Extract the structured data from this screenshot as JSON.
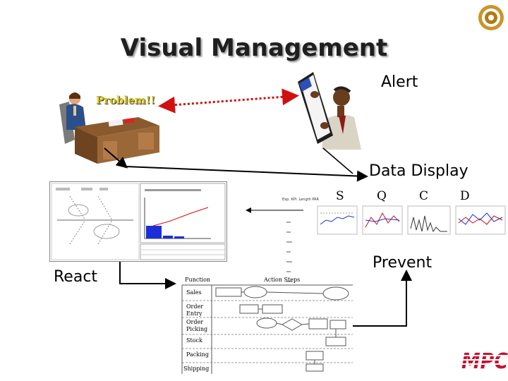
{
  "title": "Visual Management",
  "labels": {
    "alert": "Alert",
    "data_display": "Data Display",
    "react": "React",
    "prevent": "Prevent",
    "problem": "Problem!!"
  },
  "sqcd": [
    "S",
    "Q",
    "C",
    "D"
  ],
  "brand": {
    "logo_text": "MPC",
    "logo_color": "#c8102e"
  },
  "swimlane": {
    "header_function": "Function",
    "header_steps": "Action Steps",
    "lanes": [
      "Sales",
      "Order Entry",
      "Order Picking",
      "Stock",
      "Packing",
      "Shipping"
    ]
  },
  "kpi_header": "Exp. KPI: Length  PAR"
}
